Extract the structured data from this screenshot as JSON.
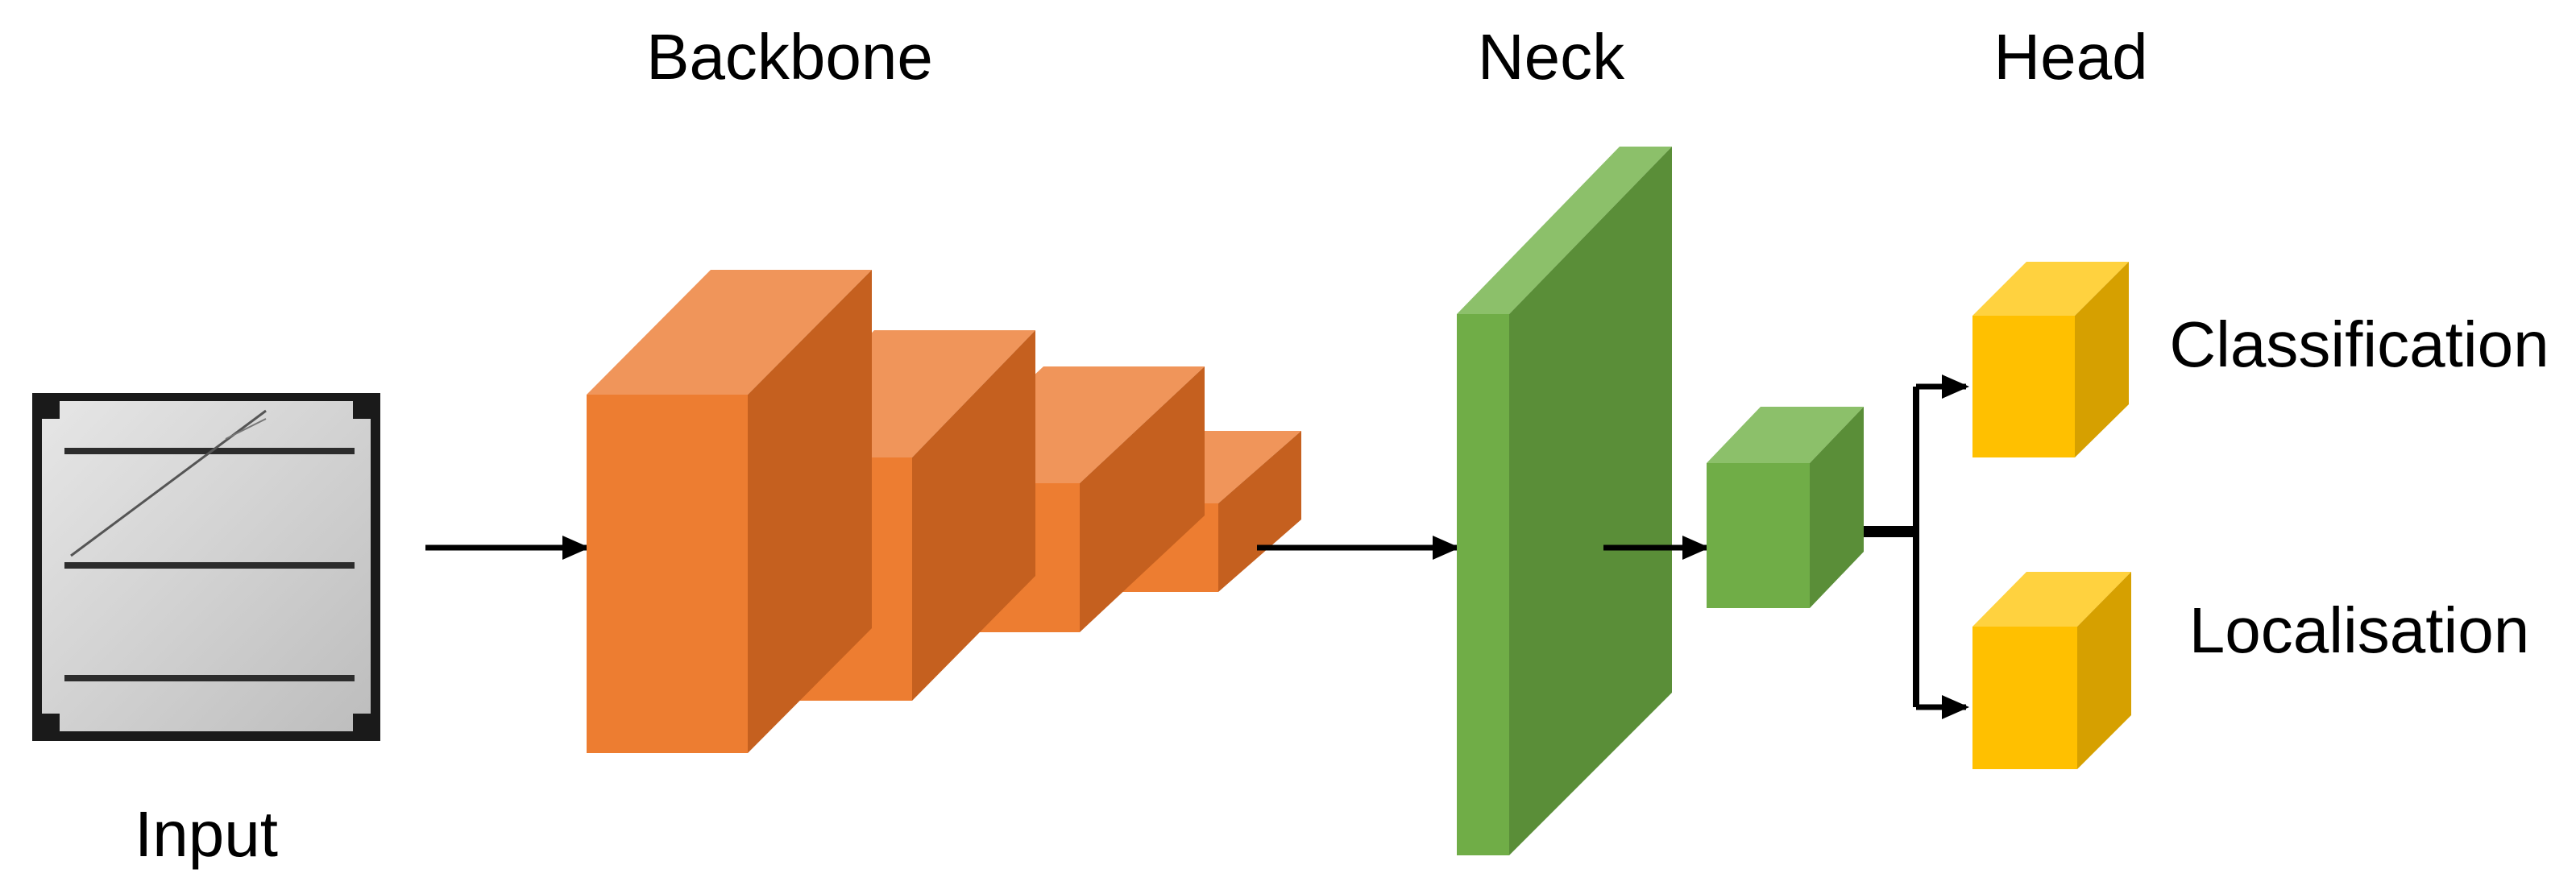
{
  "labels": {
    "input": "Input",
    "backbone": "Backbone",
    "neck": "Neck",
    "head": "Head",
    "classification": "Classification",
    "localisation": "Localisation"
  },
  "colors": {
    "backbone_front": "#ED7D31",
    "backbone_top": "#F0955A",
    "backbone_side": "#C5601F",
    "neck_front": "#70AD47",
    "neck_top": "#8CC06A",
    "neck_side": "#5A8E38",
    "head_front": "#FFC000",
    "head_top": "#FFD23F",
    "head_side": "#D6A000",
    "arrow": "#000000"
  }
}
